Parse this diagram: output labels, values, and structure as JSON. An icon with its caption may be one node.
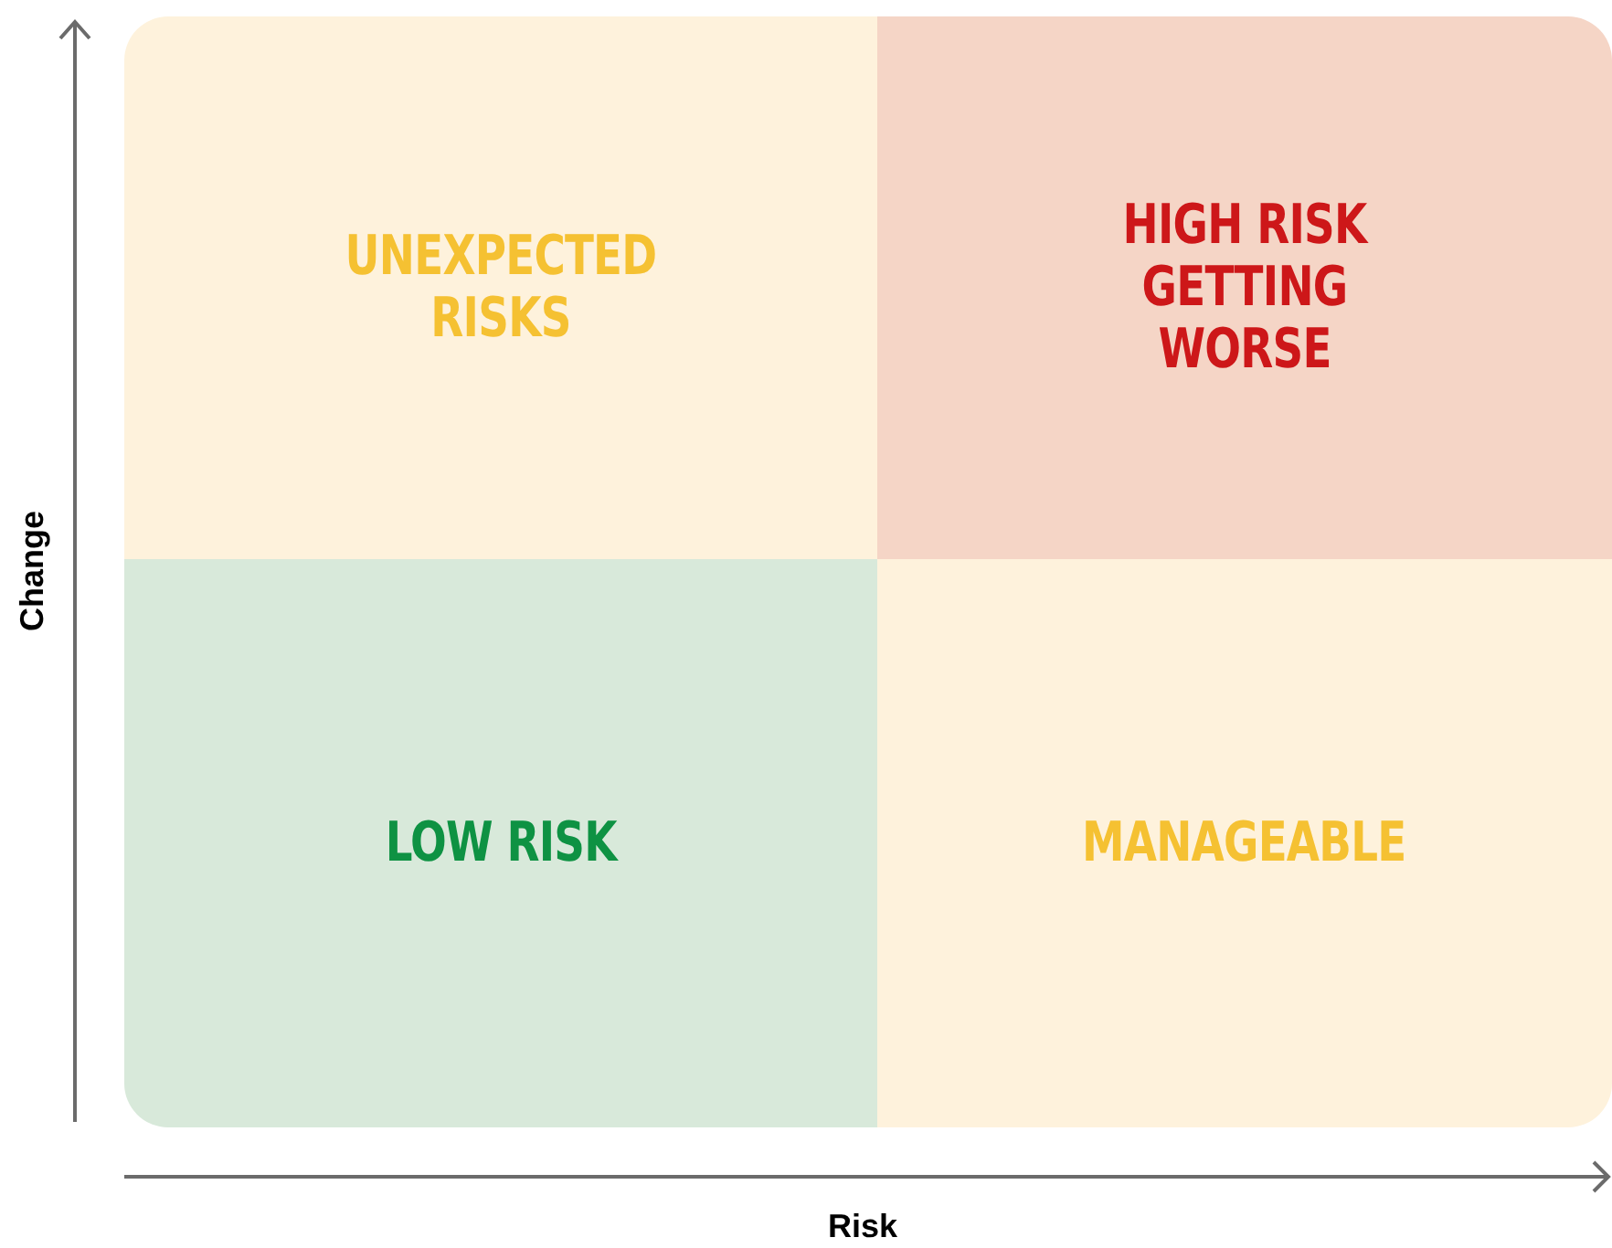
{
  "diagram": {
    "nodes": [
      {
        "text": [
          "UNEXPECTED RISKS"
        ]
      },
      {
        "text": [
          "HIGH RISK GETTING WORSE"
        ]
      },
      {
        "text": [
          "LOW RISK"
        ]
      },
      {
        "text": [
          "MANAGEABLE"
        ]
      }
    ],
    "labels": [
      "Change",
      "Risk"
    ]
  }
}
